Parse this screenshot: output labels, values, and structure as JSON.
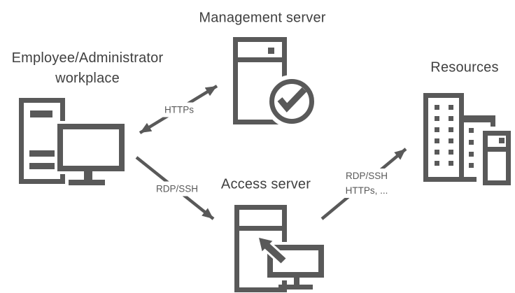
{
  "colors": {
    "icon": "#595959",
    "edge": "#595959",
    "heading": "#404040",
    "edge_label": "#595959",
    "background": "#ffffff"
  },
  "nodes": {
    "workplace": {
      "label": "Employee/Administrator\nworkplace",
      "icon": "desktop-computer-icon"
    },
    "management": {
      "label": "Management server",
      "icon": "server-checkmark-icon"
    },
    "access": {
      "label": "Access server",
      "icon": "server-remote-cursor-icon"
    },
    "resources": {
      "label": "Resources",
      "icon": "buildings-icon"
    }
  },
  "edges": [
    {
      "from": "workplace",
      "to": "management",
      "label": "HTTPs",
      "direction": "bidirectional"
    },
    {
      "from": "workplace",
      "to": "access",
      "label": "RDP/SSH",
      "direction": "one-way"
    },
    {
      "from": "access",
      "to": "resources",
      "label": "RDP/SSH\nHTTPs, ...",
      "direction": "one-way"
    }
  ]
}
